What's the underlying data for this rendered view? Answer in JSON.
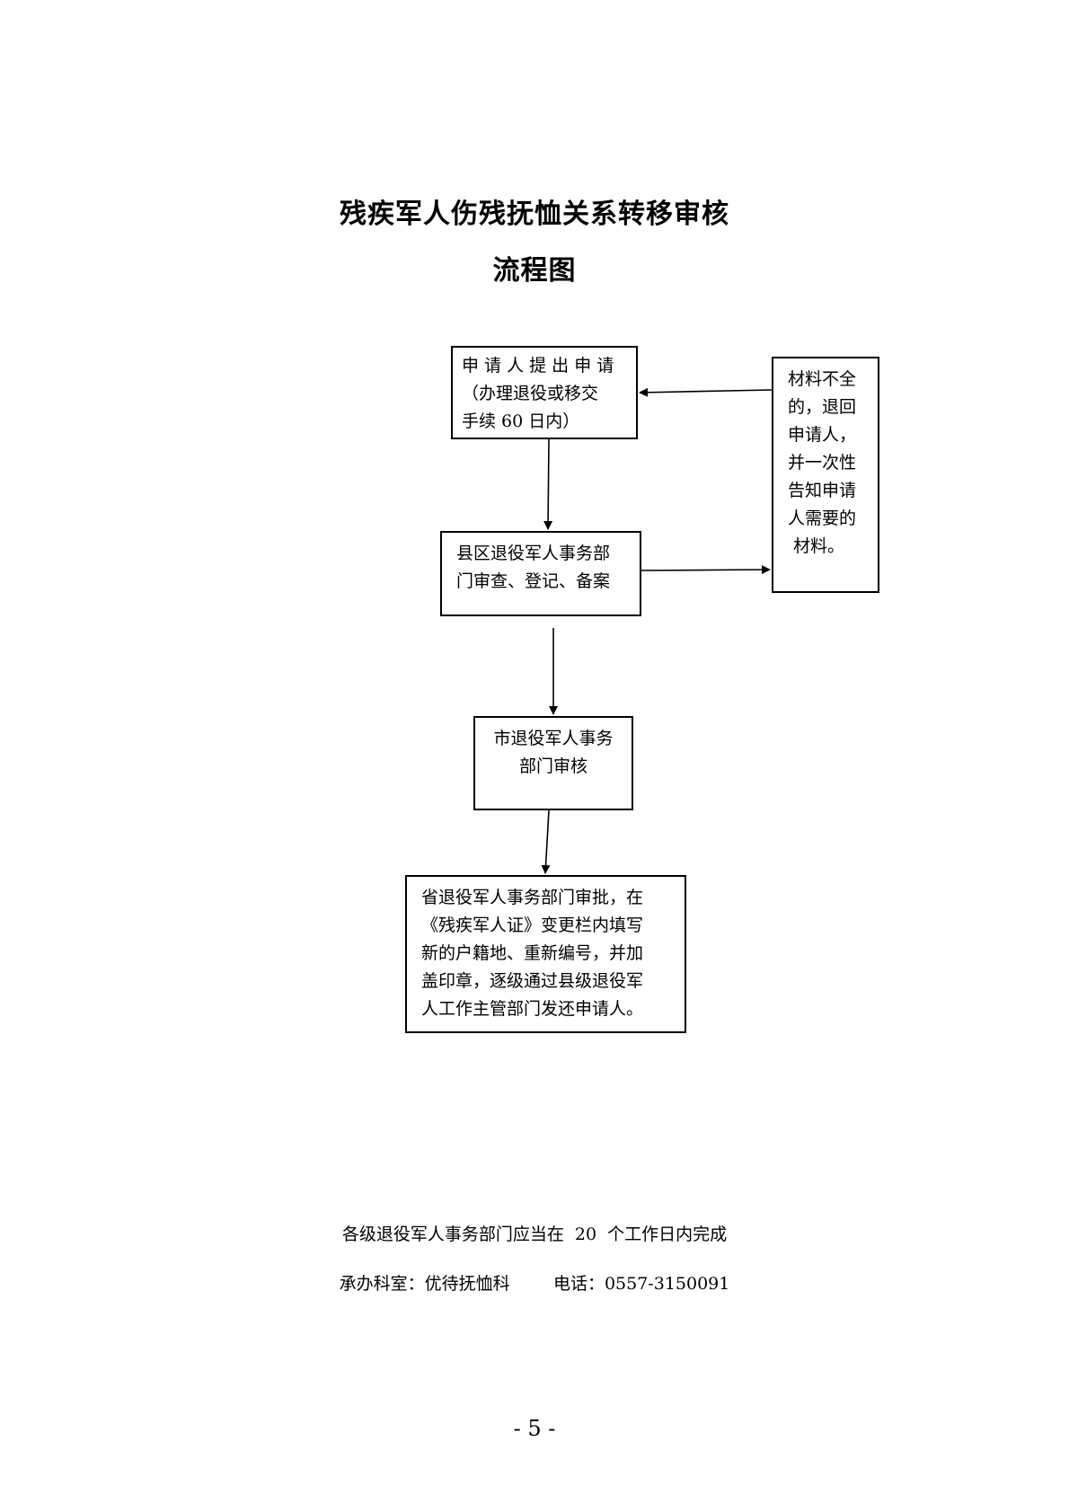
{
  "title": {
    "line1": "残疾军人伤残抚恤关系转移审核",
    "line2": "流程图"
  },
  "flow": {
    "step1": [
      "申 请 人 提 出 申 请",
      "（办理退役或移交",
      "手续 60 日内）"
    ],
    "step2": [
      "县区退役军人事务部",
      "门审查、登记、备案"
    ],
    "step3": [
      "市退役军人事务",
      "部门审核"
    ],
    "step4": [
      "省退役军人事务部门审批，在",
      "《残疾军人证》变更栏内填写",
      "新的户籍地、重新编号，并加",
      "盖印章，逐级通过县级退役军",
      "人工作主管部门发还申请人。"
    ],
    "reject": [
      "材料不全",
      "的，退回",
      "申请人，",
      "并一次性",
      "告知申请",
      "人需要的",
      " 材料。"
    ]
  },
  "footer": {
    "deadline": "各级退役军人事务部门应当在  20  个工作日内完成",
    "office": "承办科室：优待抚恤科        电话：0557-3150091",
    "page_number": "- 5 -"
  }
}
